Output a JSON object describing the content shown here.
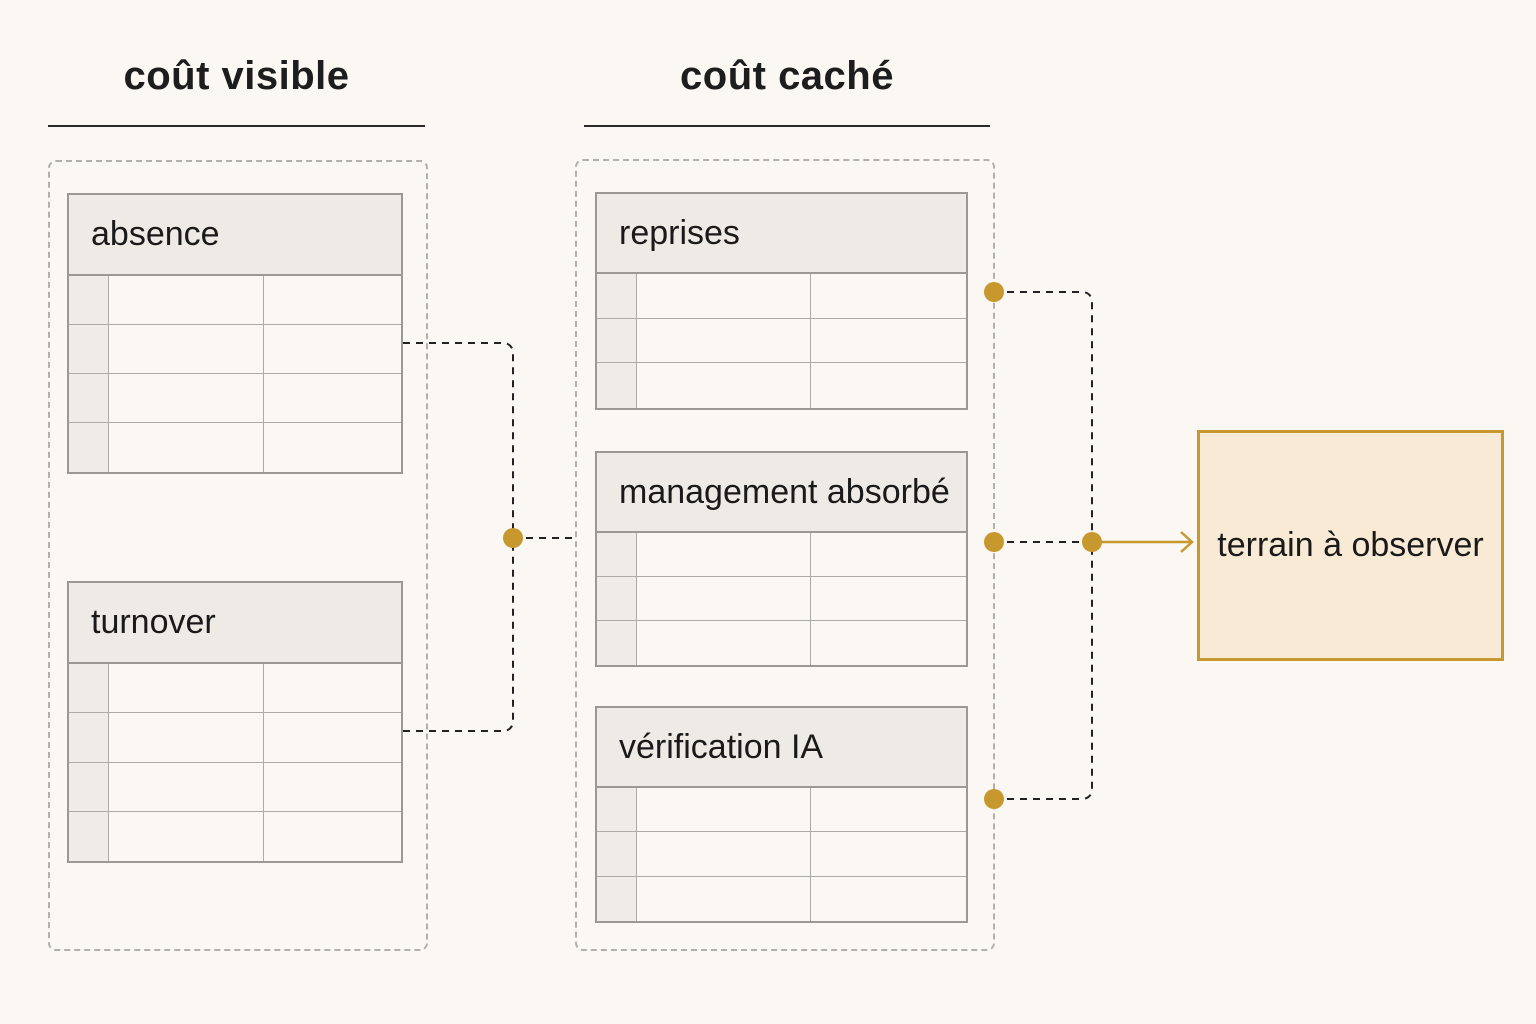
{
  "columns": {
    "visible": {
      "title": "coût visible",
      "cards": [
        {
          "title": "absence",
          "rows": 4
        },
        {
          "title": "turnover",
          "rows": 4
        }
      ]
    },
    "hidden": {
      "title": "coût caché",
      "cards": [
        {
          "title": "reprises",
          "rows": 3
        },
        {
          "title": "management absorbé",
          "rows": 3
        },
        {
          "title": "vérification IA",
          "rows": 3
        }
      ]
    }
  },
  "target": {
    "label": "terrain à observer"
  },
  "colors": {
    "accent": "#c7982e",
    "connector": "#222222",
    "background": "#fbf7f2",
    "target_fill": "#f8ead4"
  }
}
